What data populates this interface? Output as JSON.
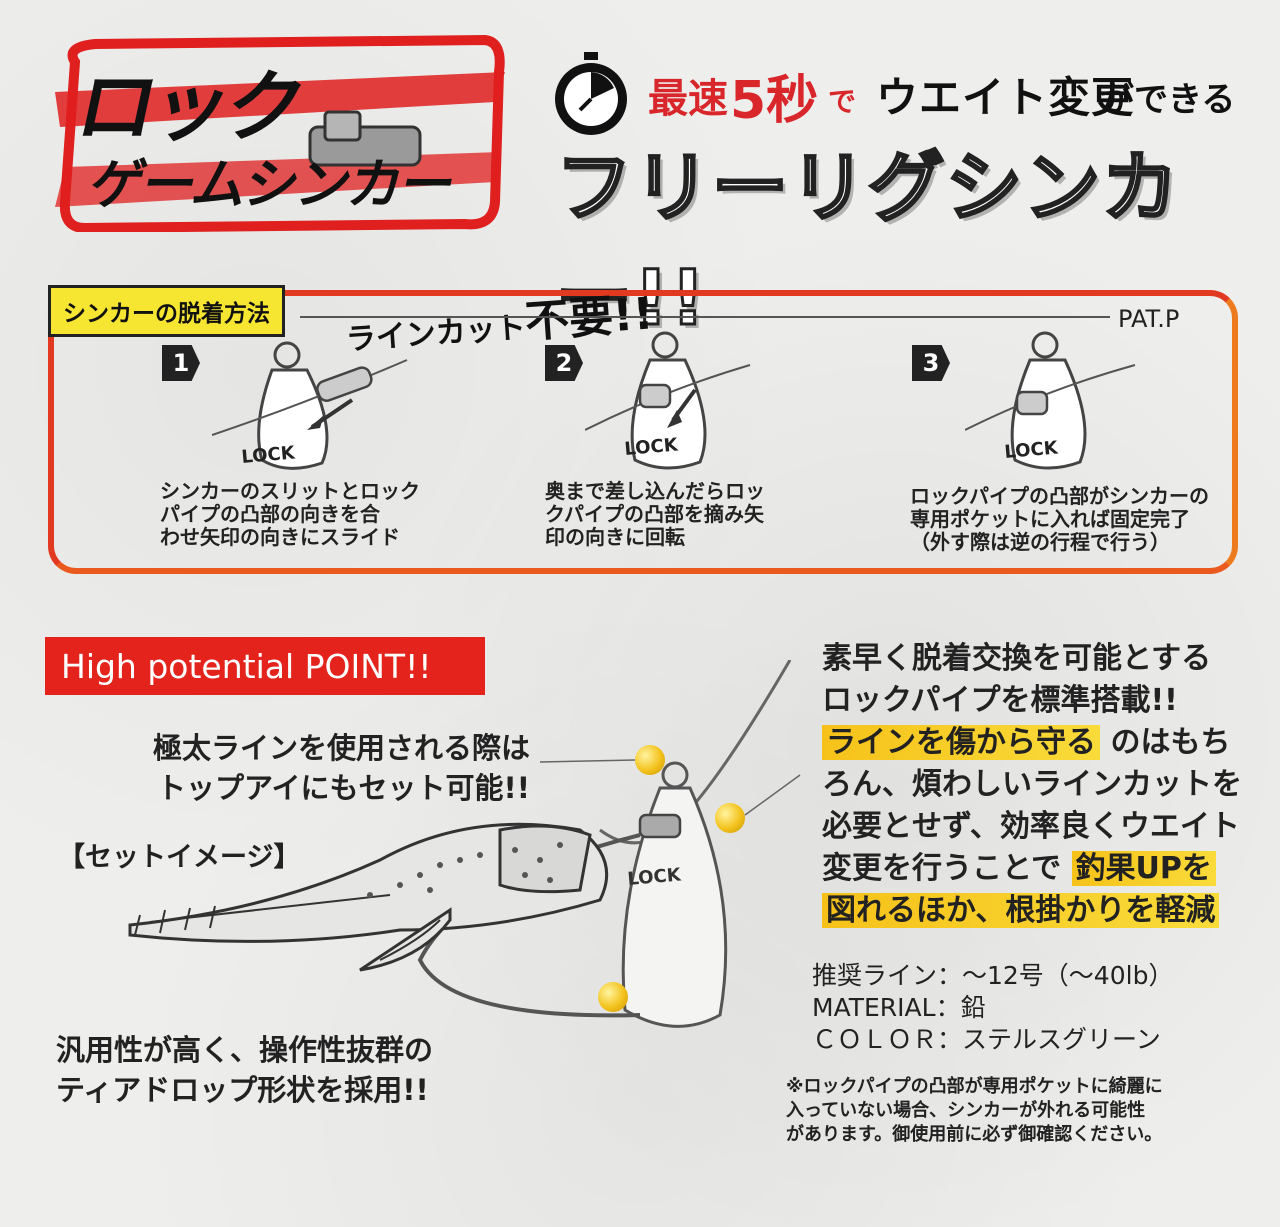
{
  "header": {
    "logo_line1": "ロック",
    "logo_line2": "ゲームシンカー",
    "fast_prefix": "最速",
    "fast_seconds": "5秒",
    "fast_de": "で",
    "weight_change": "ウエイト変更",
    "dekiru": "ができる",
    "free_rig": "フリーリグシンカー!!"
  },
  "steps": {
    "label": "シンカーの脱着方法",
    "linecut_prefix": "ラインカット",
    "linecut_big": "不要!!",
    "patp": "PAT.P",
    "lock_label": "LOCK",
    "items": [
      {
        "num": "1",
        "text_l1": "シンカーのスリットとロック",
        "text_l2": "パイプの凸部の向きを合",
        "text_l3": "わせ矢印の向きにスライド"
      },
      {
        "num": "2",
        "text_l1": "奥まで差し込んだらロッ",
        "text_l2": "クパイプの凸部を摘み矢",
        "text_l3": "印の向きに回転"
      },
      {
        "num": "3",
        "text_l1": "ロックパイプの凸部がシンカーの",
        "text_l2": "専用ポケットに入れば固定完了",
        "text_l3": "（外す際は逆の行程で行う）"
      }
    ]
  },
  "points": {
    "banner": "High potential POINT!!",
    "callout_top_l1": "極太ラインを使用される際は",
    "callout_top_l2": "トップアイにもセット可能!!",
    "set_image": "【セットイメージ】",
    "callout_bottom_l1": "汎用性が高く、操作性抜群の",
    "callout_bottom_l2": "ティアドロップ形状を採用!!",
    "right_l1": "素早く脱着交換を可能とする",
    "right_l2": "ロックパイプを標準搭載!!",
    "right_hl1": "ラインを傷から守る",
    "right_l3_tail": "のはもち",
    "right_l4": "ろん、煩わしいラインカットを",
    "right_l5": "必要とせず、効率良くウエイト",
    "right_l6_head": "変更を行うことで",
    "right_hl2": "釣果UPを",
    "right_hl3": "図れるほか、根掛かりを軽減",
    "spec_line": "推奨ライン：〜12号（〜40lb）",
    "spec_material": "MATERIAL：鉛",
    "spec_color": "ＣＯＬＯＲ：ステルスグリーン",
    "note_l1": "※ロックパイプの凸部が専用ポケットに綺麗に",
    "note_l2": "入っていない場合、シンカーが外れる可能性",
    "note_l3": "があります。御使用前に必ず御確認ください。"
  },
  "colors": {
    "red": "#e3231c",
    "yellow": "#f7e631",
    "orange": "#ee7a1e",
    "highlight": "#f6c21a"
  }
}
